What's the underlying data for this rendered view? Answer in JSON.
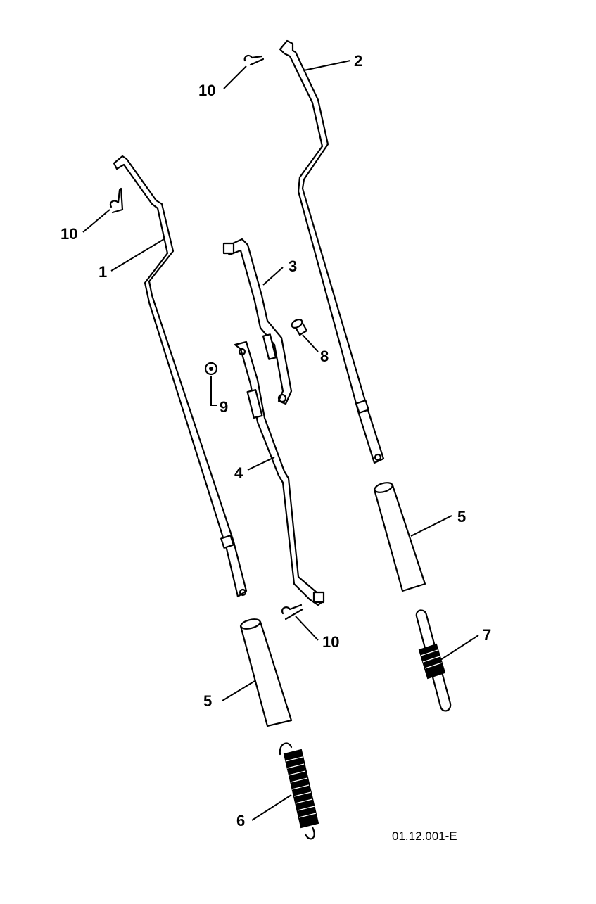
{
  "callouts": {
    "c1": "1",
    "c2": "2",
    "c3": "3",
    "c4": "4",
    "c5a": "5",
    "c5b": "5",
    "c6": "6",
    "c7": "7",
    "c8": "8",
    "c9": "9",
    "c10a": "10",
    "c10b": "10",
    "c10c": "10"
  },
  "reference_code": "01.12.001-E"
}
